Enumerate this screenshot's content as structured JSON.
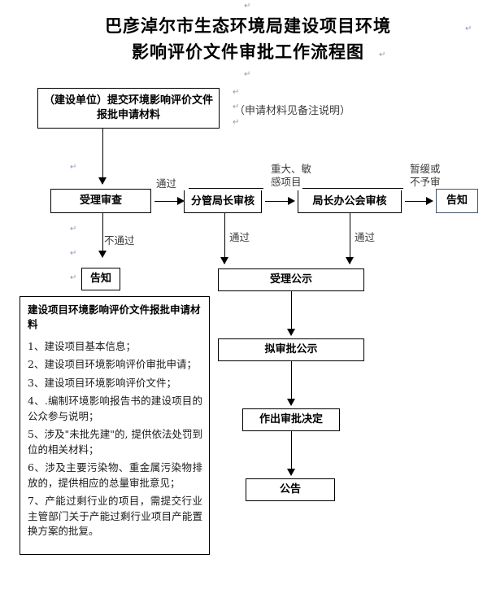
{
  "title": {
    "line1": "巴彦淖尔市生态环境局建设项目环境",
    "line2": "影响评价文件审批工作流程图"
  },
  "nodes": {
    "submit": "（建设单位）提交环境影响评价文件报批申请材料",
    "accept_review": "受理审查",
    "deputy_review": "分管局长审核",
    "director_meeting": "局长办公会审核",
    "notify_right": "告知",
    "notify_left": "告知",
    "acceptance_publicity": "受理公示",
    "pre_approval_publicity": "拟审批公示",
    "approval_decision": "作出审批决定",
    "announcement": "公告"
  },
  "edge_labels": {
    "pass_1": "通过",
    "fail": "不通过",
    "major_sensitive": "重大、敏\n感项目",
    "suspend_or_reject": "暂缓或\n不予审",
    "pass_2": "通过",
    "pass_3": "通过"
  },
  "annotation": "（申请材料见备注说明）",
  "notes": {
    "heading": "建设项目环境影响评价文件报批申请材料",
    "items": [
      "1、建设项目基本信息；",
      "2、建设项目环境影响评价审批申请；",
      "3、建设项目环境影响评价文件；",
      "4、.编制环境影响报告书的建设项目的公众参与说明；",
      "5、涉及\"未批先建\"的, 提供依法处罚到位的相关材料；",
      "6、涉及主要污染物、重金属污染物排放的，提供相应的总量审批意见；",
      "7、产能过剩行业的项目，需提交行业主管部门关于产能过剩行业项目产能置换方案的批复。"
    ]
  },
  "colors": {
    "ink": "#000000",
    "label_gray": "#3b3b3b",
    "thin_border": "#44546a",
    "mark_blue": "#8a9bb5"
  }
}
